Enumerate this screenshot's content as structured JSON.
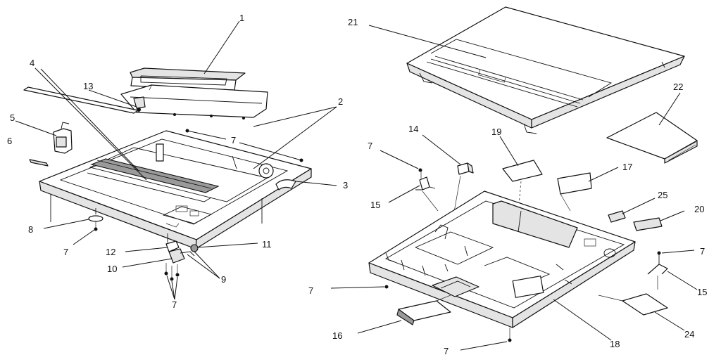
{
  "colors": {
    "line": "#111111",
    "background": "#ffffff",
    "shade": "#e4e4e4"
  },
  "callouts": {
    "c1": "1",
    "c2": "2",
    "c3": "3",
    "c4": "4",
    "c5": "5",
    "c6": "6",
    "c7a": "7",
    "c7b": "7",
    "c7c": "7",
    "c7d": "7",
    "c7e": "7",
    "c7f": "7",
    "c7g": "7",
    "c8": "8",
    "c9": "9",
    "c10": "10",
    "c11": "11",
    "c12": "12",
    "c13": "13",
    "c14": "14",
    "c15a": "15",
    "c15b": "15",
    "c16": "16",
    "c17": "17",
    "c18": "18",
    "c19": "19",
    "c20": "20",
    "c21": "21",
    "c22": "22",
    "c24": "24",
    "c25": "25"
  }
}
